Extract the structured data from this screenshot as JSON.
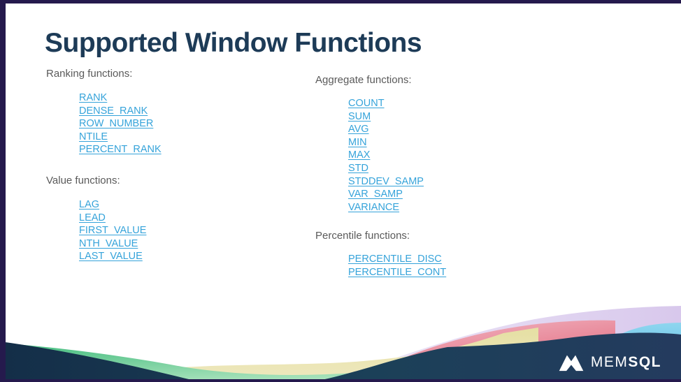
{
  "title": "Supported Window Functions",
  "sections": {
    "ranking": {
      "label": "Ranking functions:",
      "links": [
        "RANK",
        "DENSE_RANK",
        "ROW_NUMBER",
        "NTILE",
        "PERCENT_RANK"
      ]
    },
    "value": {
      "label": "Value functions:",
      "links": [
        "LAG",
        "LEAD",
        "FIRST_VALUE",
        "NTH_VALUE",
        "LAST_VALUE"
      ]
    },
    "aggregate": {
      "label": "Aggregate functions:",
      "links": [
        "COUNT",
        "SUM",
        "AVG",
        "MIN",
        "MAX",
        "STD",
        "STDDEV_SAMP",
        "VAR_SAMP",
        "VARIANCE"
      ]
    },
    "percentile": {
      "label": "Percentile functions:",
      "links": [
        "PERCENTILE_DISC",
        "PERCENTILE_CONT"
      ]
    }
  },
  "logo": {
    "icon": "memsql-mountain-icon",
    "text_regular": "MEM",
    "text_bold": "SQL"
  },
  "colors": {
    "title": "#1d3b57",
    "section_label": "#5a5a5a",
    "link": "#35a3da",
    "frame_border": "#251a4d",
    "wave_navy": "#16334e",
    "wave_green": "#4ec186",
    "wave_tan": "#e5dfa3",
    "wave_pink": "#e06277",
    "wave_lavender": "#d8c8ec",
    "wave_blue": "#54bfe6"
  }
}
